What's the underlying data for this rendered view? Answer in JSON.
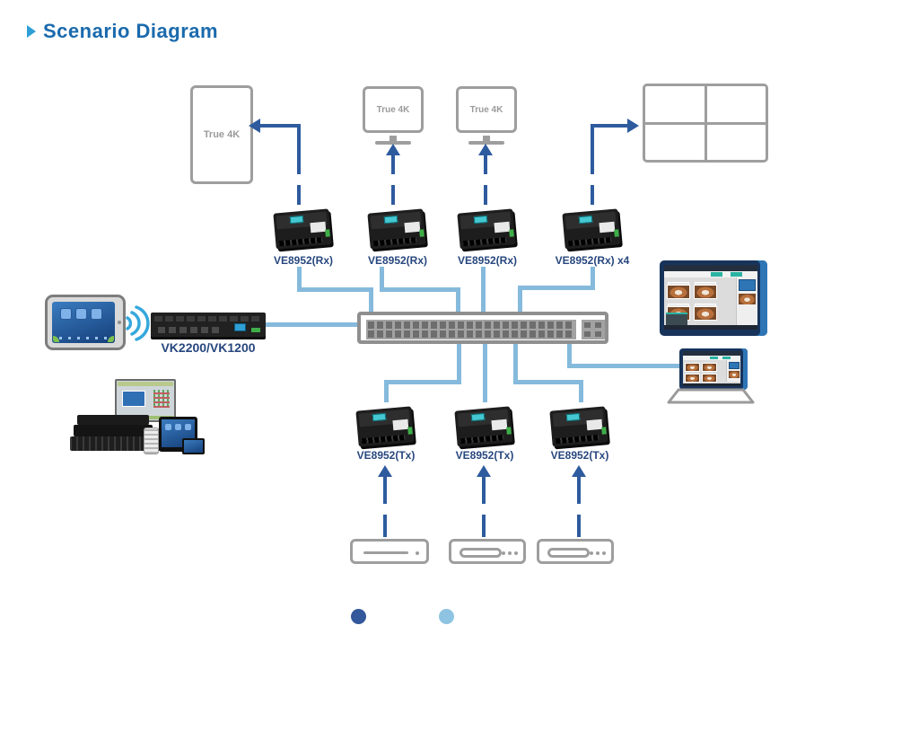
{
  "title": {
    "text": "Scenario Diagram"
  },
  "displays": {
    "portrait": {
      "label": "True 4K"
    },
    "monitor_left": {
      "label": "True 4K"
    },
    "monitor_right": {
      "label": "True 4K"
    },
    "video_wall": {
      "rows": 2,
      "cols": 2
    }
  },
  "receivers": [
    {
      "label": "VE8952(Rx)"
    },
    {
      "label": "VE8952(Rx)"
    },
    {
      "label": "VE8952(Rx)"
    },
    {
      "label": "VE8952(Rx) x4"
    }
  ],
  "transmitters": [
    {
      "label": "VE8952(Tx)"
    },
    {
      "label": "VE8952(Tx)"
    },
    {
      "label": "VE8952(Tx)"
    }
  ],
  "controller": {
    "label": "VK2200/VK1200"
  },
  "legend": {
    "items": [
      {
        "name": "dark-blue-connection",
        "color": "#33589b"
      },
      {
        "name": "light-blue-connection",
        "color": "#8ec4e2"
      }
    ]
  },
  "colors": {
    "title_blue": "#1a6aad",
    "label_navy": "#27477e",
    "arrow_dark_blue": "#2e5b9e",
    "line_light_blue": "#85badc",
    "outline_gray": "#9e9e9e"
  }
}
